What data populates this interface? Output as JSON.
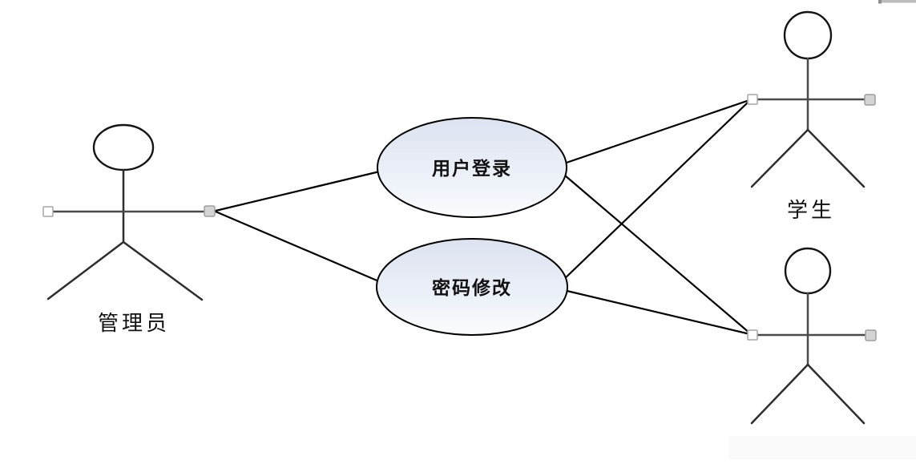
{
  "diagram": {
    "kind": "uml-use-case-diagram",
    "actors": {
      "admin": {
        "label": "管理员"
      },
      "student_top": {
        "label": "学生"
      }
    },
    "use_cases": {
      "login": {
        "label": "用户登录"
      },
      "change_password": {
        "label": "密码修改"
      }
    },
    "relations": [
      {
        "from": "admin",
        "to": "login"
      },
      {
        "from": "admin",
        "to": "change_password"
      },
      {
        "from": "student_top",
        "to": "login"
      },
      {
        "from": "student_top",
        "to": "change_password"
      },
      {
        "from": "student_bottom",
        "to": "login"
      },
      {
        "from": "student_bottom",
        "to": "change_password"
      }
    ],
    "colors": {
      "use_case_fill_top": "#dce2f0",
      "use_case_fill_bottom": "#fbfcfe",
      "use_case_stroke": "#000000",
      "connector": "#000000",
      "actor_line": "#3c3c3c",
      "handle_fill_white": "#ffffff",
      "handle_fill_gray": "#d4d4d4",
      "handle_stroke": "#a0a0a0",
      "text": "#111111"
    }
  }
}
